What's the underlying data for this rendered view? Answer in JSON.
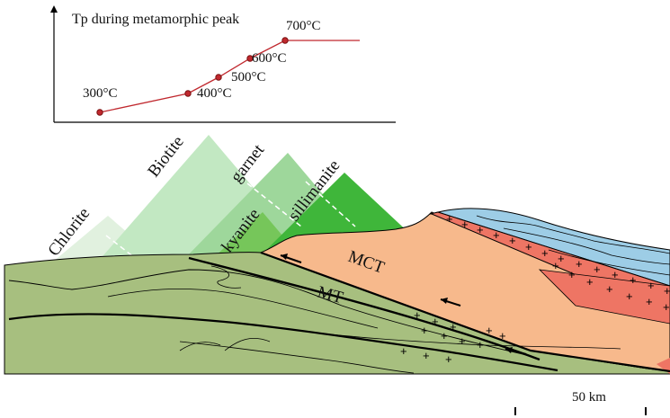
{
  "chart_data": {
    "type": "line",
    "title": "Tp during metamorphic peak",
    "series": [
      {
        "points": [
          {
            "label": "300°C"
          },
          {
            "label": "400°C"
          },
          {
            "label": "500°C"
          },
          {
            "label": "600°C"
          },
          {
            "label": "700°C"
          }
        ]
      }
    ]
  },
  "zones": {
    "chlorite": "Chlorite",
    "biotite": "Biotite",
    "garnet": "garnet",
    "kyanite": "kyanite",
    "sillimanite": "sillimanite"
  },
  "faults": {
    "mct": "MCT",
    "mt": "MT"
  },
  "scale": {
    "label": "50 km"
  },
  "colors": {
    "footwall": "#a7bf7f",
    "hanging_wall": "#f7b98c",
    "granite": "#ee7564",
    "sediment": "#9dcde6",
    "chlorite_zone": "#e1f1df",
    "biotite_zone": "#c2e8c2",
    "garnet_zone": "#9ed79b",
    "kyanite_zone": "#76c65a",
    "sillimanite_zone": "#3fb63a",
    "temperature_line": "#c0282e"
  }
}
